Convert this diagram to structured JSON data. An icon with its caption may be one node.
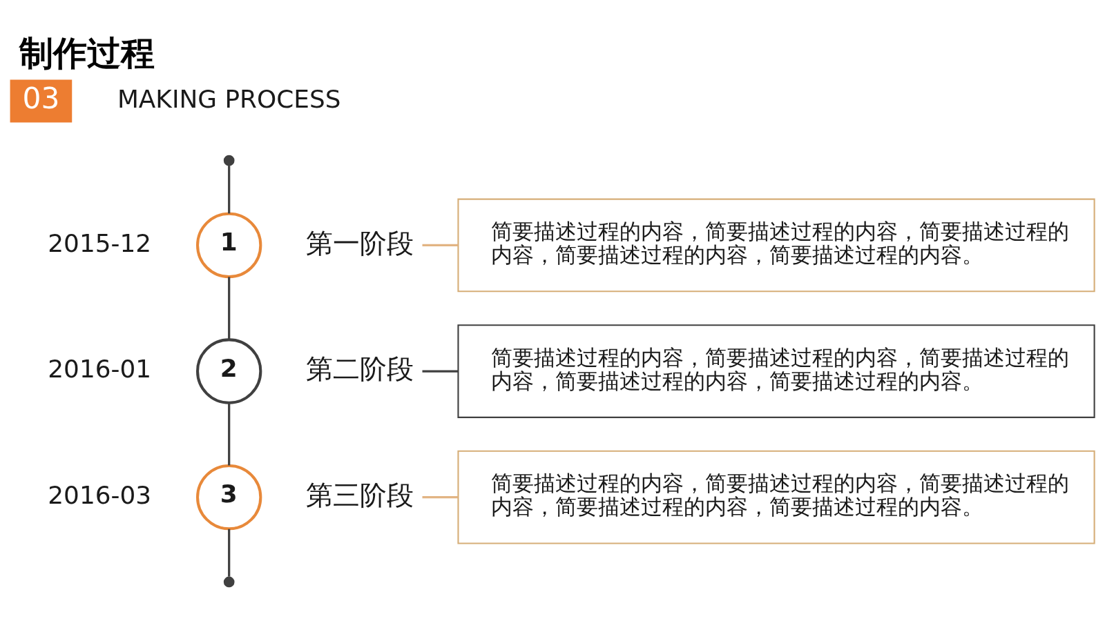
{
  "diagram": {
    "title": "制作过程",
    "nodes": [
      {
        "text": [
          "03"
        ]
      },
      {
        "text": [],
        "shape": "dot"
      },
      {
        "text": [
          "1"
        ],
        "beside": [
          "2015-12"
        ]
      },
      {
        "text": [
          "第一阶段"
        ]
      },
      {
        "text": [
          "简要描述过程的内容，简要描述过程的内容，简要描述过程的内容，简要描述过程的内容，简要描述过程的内容。"
        ]
      },
      {
        "text": [
          "2"
        ],
        "beside": [
          "2016-01"
        ]
      },
      {
        "text": [
          "第二阶段"
        ]
      },
      {
        "text": [
          "简要描述过程的内容，简要描述过程的内容，简要描述过程的内容，简要描述过程的内容，简要描述过程的内容。"
        ]
      },
      {
        "text": [
          "3"
        ],
        "beside": [
          "2016-03"
        ]
      },
      {
        "text": [
          "第三阶段"
        ]
      },
      {
        "text": [
          "简要描述过程的内容，简要描述过程的内容，简要描述过程的内容，简要描述过程的内容，简要描述过程的内容。"
        ]
      },
      {
        "text": [],
        "shape": "dot"
      }
    ],
    "edges": [
      {
        "from": 1,
        "to": 2,
        "arrow": "none"
      },
      {
        "from": 3,
        "to": 4,
        "arrow": "none",
        "color": "#e2b483"
      },
      {
        "from": 2,
        "to": 5,
        "arrow": "none"
      },
      {
        "from": 6,
        "to": 7,
        "arrow": "none"
      },
      {
        "from": 5,
        "to": 8,
        "arrow": "none"
      },
      {
        "from": 9,
        "to": 10,
        "arrow": "none",
        "color": "#e2b483"
      },
      {
        "from": 8,
        "to": 11,
        "arrow": "none"
      }
    ],
    "labels": [
      "MAKING PROCESS"
    ]
  }
}
